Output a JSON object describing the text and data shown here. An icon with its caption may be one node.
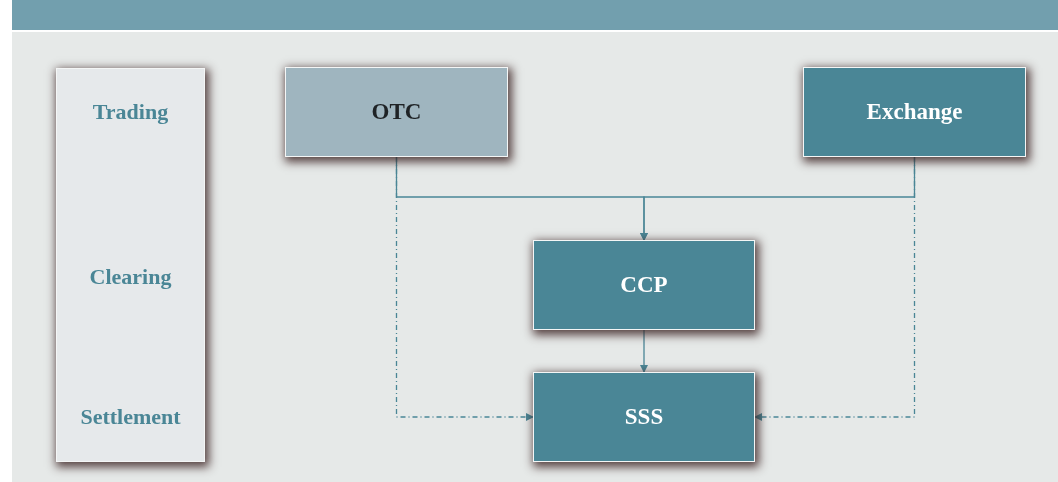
{
  "diagram": {
    "nodes": [
      {
        "text": [
          "Trading",
          "Clearing",
          "Settlement"
        ]
      },
      {
        "text": [
          "OTC"
        ]
      },
      {
        "text": [
          "Exchange"
        ]
      },
      {
        "text": [
          "CCP"
        ]
      },
      {
        "text": [
          "SSS"
        ]
      }
    ],
    "edges": [
      {
        "from": 1,
        "to": 3,
        "arrow": "to"
      },
      {
        "from": 2,
        "to": 3,
        "arrow": "to"
      },
      {
        "from": 3,
        "to": 4,
        "arrow": "to"
      },
      {
        "from": 1,
        "to": 4,
        "arrow": "to",
        "style": "dashed"
      },
      {
        "from": 2,
        "to": 4,
        "arrow": "to",
        "style": "dashed"
      }
    ]
  }
}
